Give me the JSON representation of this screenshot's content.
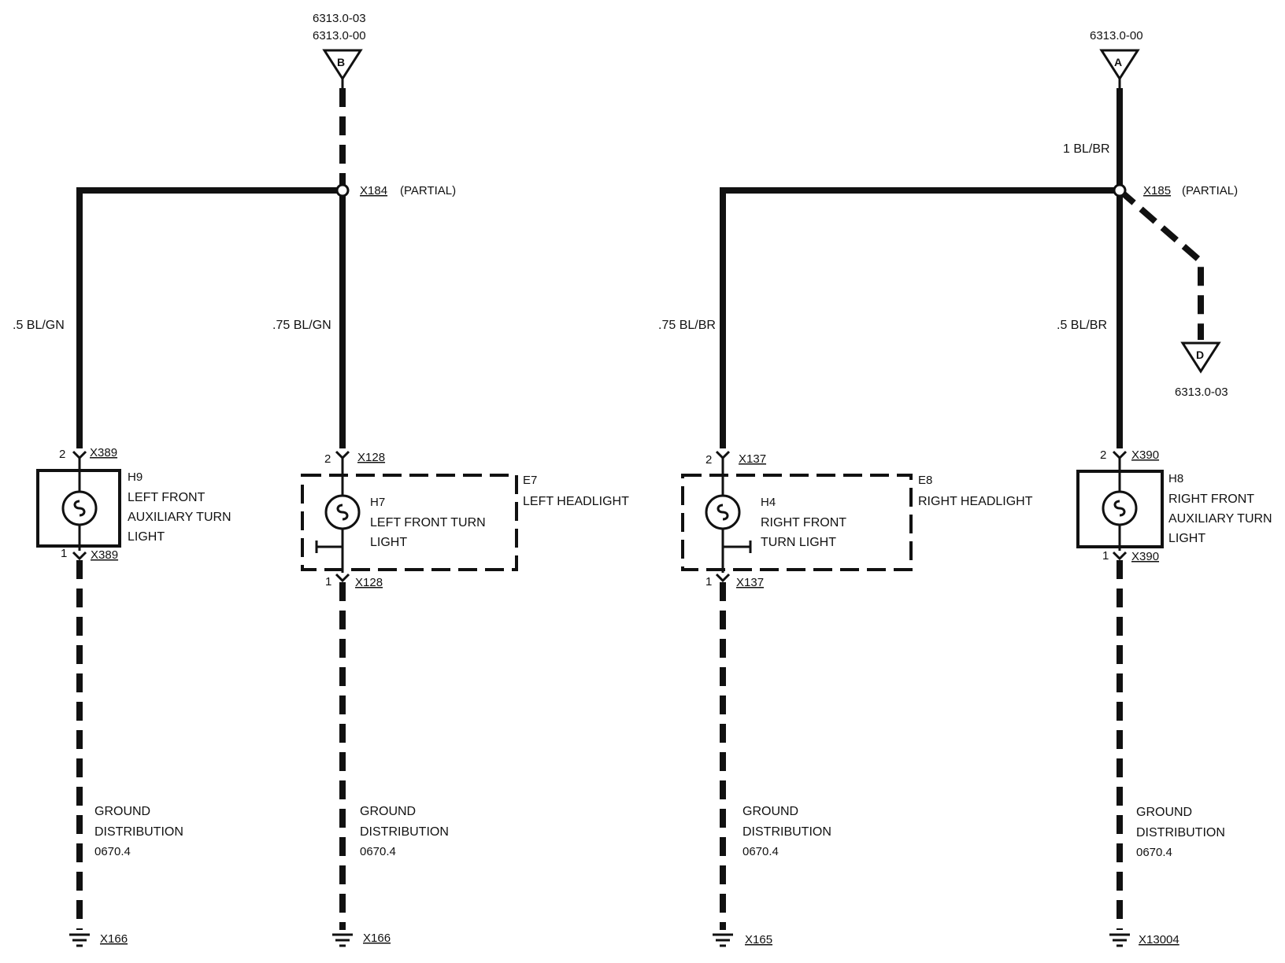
{
  "refs": {
    "b_top": "6313.0-03",
    "b_bottom": "6313.0-00",
    "a": "6313.0-00",
    "d": "6313.0-03"
  },
  "connectors": {
    "b": "B",
    "a": "A",
    "d": "D"
  },
  "splices": {
    "left": {
      "id": "X184",
      "note": "(PARTIAL)"
    },
    "right": {
      "id": "X185",
      "note": "(PARTIAL)"
    }
  },
  "wires": {
    "left_aux": ".5 BL/GN",
    "left_turn": ".75 BL/GN",
    "right_turn": ".75 BL/BR",
    "right_feed": "1 BL/BR",
    "right_aux": ".5 BL/BR"
  },
  "components": {
    "h9": {
      "id": "H9",
      "lines": [
        "LEFT FRONT",
        "AUXILIARY TURN",
        "LIGHT"
      ],
      "pin_top": "2",
      "conn_top": "X389",
      "pin_bottom": "1",
      "conn_bottom": "X389"
    },
    "e7": {
      "id": "E7",
      "label": "LEFT HEADLIGHT",
      "inner_id": "H7",
      "inner_lines": [
        "LEFT FRONT TURN",
        "LIGHT"
      ],
      "pin_top": "2",
      "conn_top": "X128",
      "pin_bottom": "1",
      "conn_bottom": "X128"
    },
    "e8": {
      "id": "E8",
      "label": "RIGHT HEADLIGHT",
      "inner_id": "H4",
      "inner_lines": [
        "RIGHT FRONT",
        "TURN LIGHT"
      ],
      "pin_top": "2",
      "conn_top": "X137",
      "pin_bottom": "1",
      "conn_bottom": "X137"
    },
    "h8": {
      "id": "H8",
      "lines": [
        "RIGHT FRONT",
        "AUXILIARY TURN",
        "LIGHT"
      ],
      "pin_top": "2",
      "conn_top": "X390",
      "pin_bottom": "1",
      "conn_bottom": "X390"
    }
  },
  "ground": {
    "lines": [
      "GROUND",
      "DISTRIBUTION",
      "0670.4"
    ],
    "g1": "X166",
    "g2": "X166",
    "g3": "X165",
    "g4": "X13004"
  }
}
